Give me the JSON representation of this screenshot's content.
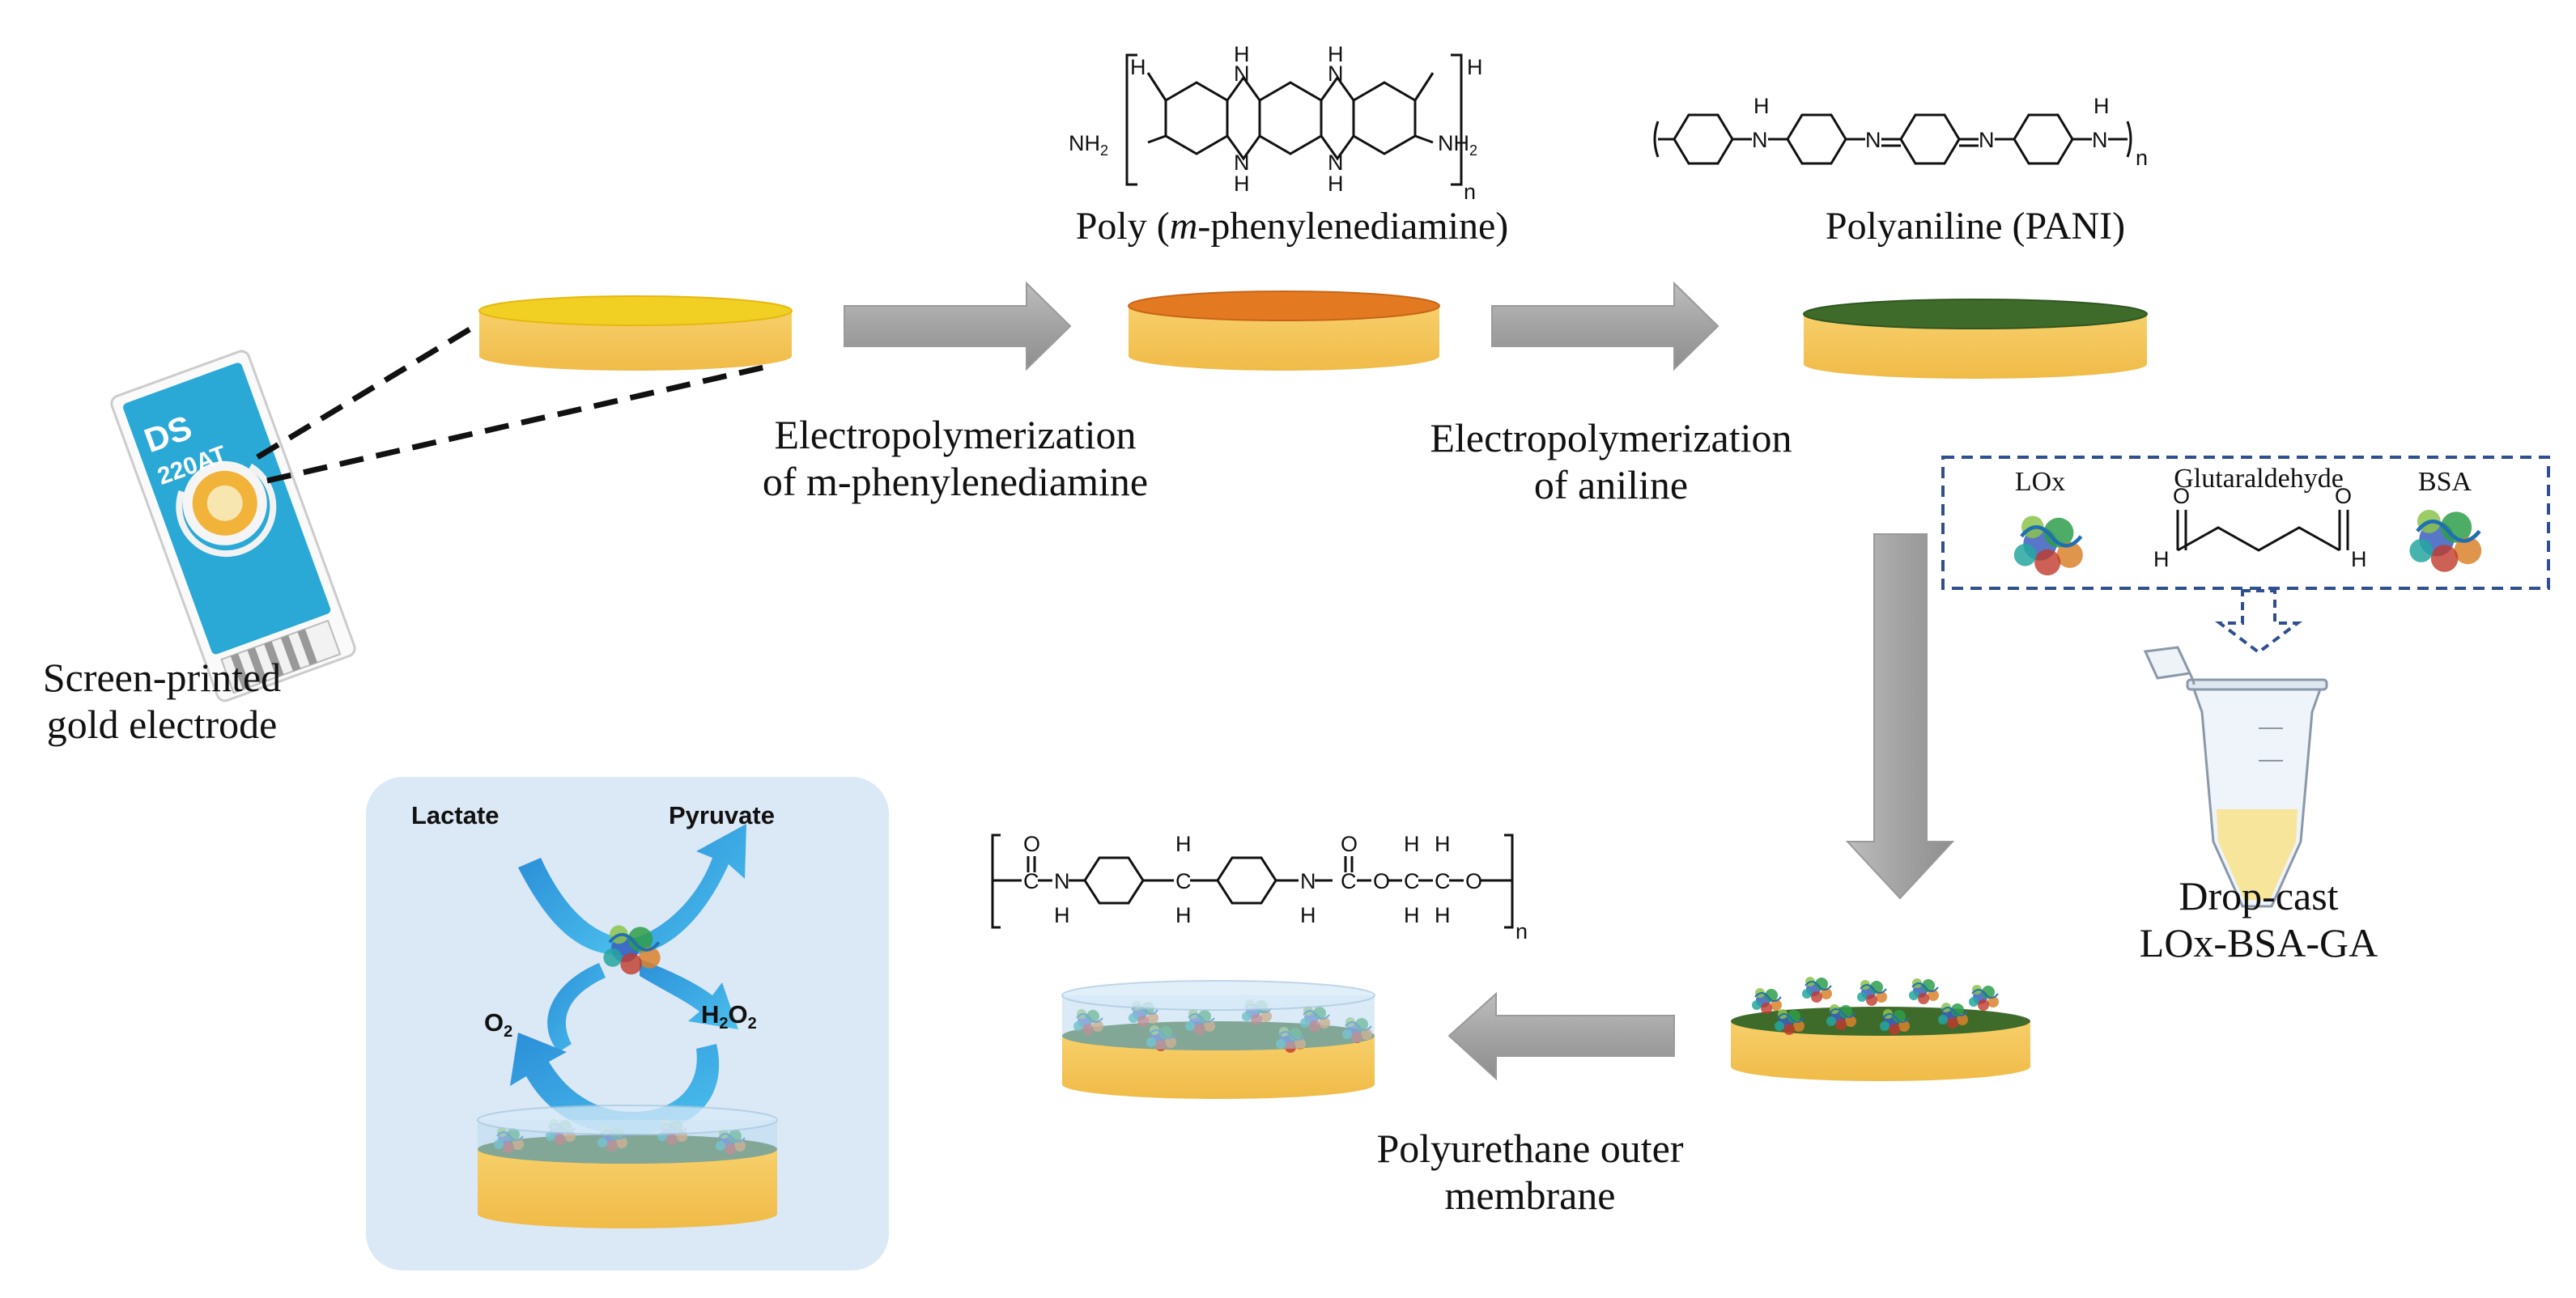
{
  "labels": {
    "screen_printed": [
      "Screen-printed",
      "gold electrode"
    ],
    "electrode_text": "220AT",
    "electrode_logo": "DS",
    "poly_mpd": [
      "Poly (",
      "m",
      "-phenylenediamine)"
    ],
    "pani": "Polyaniline (PANI)",
    "electropoly_mpd": [
      "Electropolymerization",
      "of m-phenylenediamine"
    ],
    "electropoly_aniline": [
      "Electropolymerization",
      "of aniline"
    ],
    "lox": "LOx",
    "glutaraldehyde": "Glutaraldehyde",
    "bsa": "BSA",
    "drop_cast": [
      "Drop-cast",
      "LOx-BSA-GA"
    ],
    "polyurethane": [
      "Polyurethane outer",
      "membrane"
    ],
    "lactate": "Lactate",
    "pyruvate": "Pyruvate",
    "o2": "O",
    "o2_sub": "2",
    "h2o2_h": "H",
    "h2o2_sub1": "2",
    "h2o2_o": "O",
    "h2o2_sub2": "2"
  },
  "chem": {
    "nh2": "NH",
    "nh2_sub": "2",
    "h": "H",
    "n": "N",
    "o": "O",
    "c": "C",
    "n_sub": "n"
  },
  "colors": {
    "gold": "#f5c65a",
    "gold_top": "#f2d023",
    "orange_top": "#e37a22",
    "green_top": "#3f6b2a",
    "arrow_gray": "#a9a9a9",
    "blue_arrow": "#3aa6e0",
    "panel_bg": "#dbe8f5",
    "dash_blue": "#2f4f8f",
    "strip_blue": "#2aa9d6"
  }
}
